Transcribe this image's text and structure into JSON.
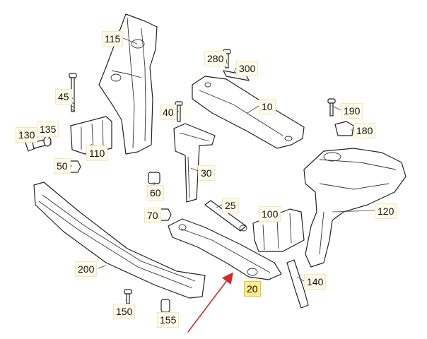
{
  "diagram": {
    "callouts": [
      {
        "id": "10",
        "text": "10"
      },
      {
        "id": "20",
        "text": "20",
        "highlight": true
      },
      {
        "id": "25",
        "text": "25"
      },
      {
        "id": "30",
        "text": "30"
      },
      {
        "id": "40",
        "text": "40"
      },
      {
        "id": "45",
        "text": "45"
      },
      {
        "id": "50",
        "text": "50"
      },
      {
        "id": "60",
        "text": "60"
      },
      {
        "id": "70",
        "text": "70"
      },
      {
        "id": "100",
        "text": "100"
      },
      {
        "id": "110",
        "text": "110"
      },
      {
        "id": "115",
        "text": "115"
      },
      {
        "id": "120",
        "text": "120"
      },
      {
        "id": "130",
        "text": "130"
      },
      {
        "id": "135",
        "text": "135"
      },
      {
        "id": "140",
        "text": "140"
      },
      {
        "id": "150",
        "text": "150"
      },
      {
        "id": "155",
        "text": "155"
      },
      {
        "id": "180",
        "text": "180"
      },
      {
        "id": "190",
        "text": "190"
      },
      {
        "id": "200",
        "text": "200"
      },
      {
        "id": "280",
        "text": "280"
      },
      {
        "id": "300",
        "text": "300"
      }
    ],
    "colors": {
      "label_bg": "#fffbe8",
      "highlight_bg": "#ffeb8a",
      "arrow": "#d42a2a",
      "line": "#222222"
    }
  }
}
